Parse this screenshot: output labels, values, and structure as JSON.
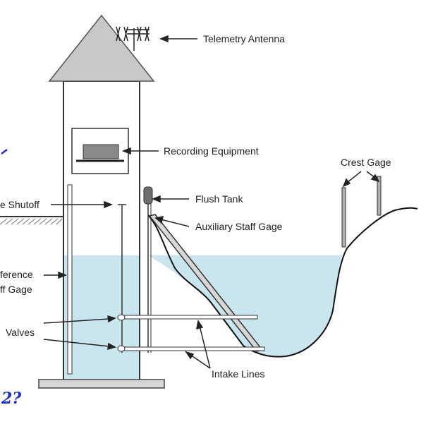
{
  "diagram": {
    "labels": {
      "telemetry_antenna": "Telemetry Antenna",
      "recording_equipment": "Recording Equipment",
      "crest_gage": "Crest Gage",
      "flush_tank": "Flush Tank",
      "shutoff": "e Shutoff",
      "auxiliary_staff_gage": "Auxiliary Staff Gage",
      "reference_line1": "ference",
      "reference_line2": "ff Gage",
      "valves": "Valves",
      "intake_lines": "Intake Lines"
    },
    "handwriting": {
      "mark": "2?"
    },
    "colors": {
      "water": "#c9e6ef",
      "roof": "#c8c8c8",
      "line": "#333333",
      "handwriting": "#1f2fbf"
    }
  }
}
